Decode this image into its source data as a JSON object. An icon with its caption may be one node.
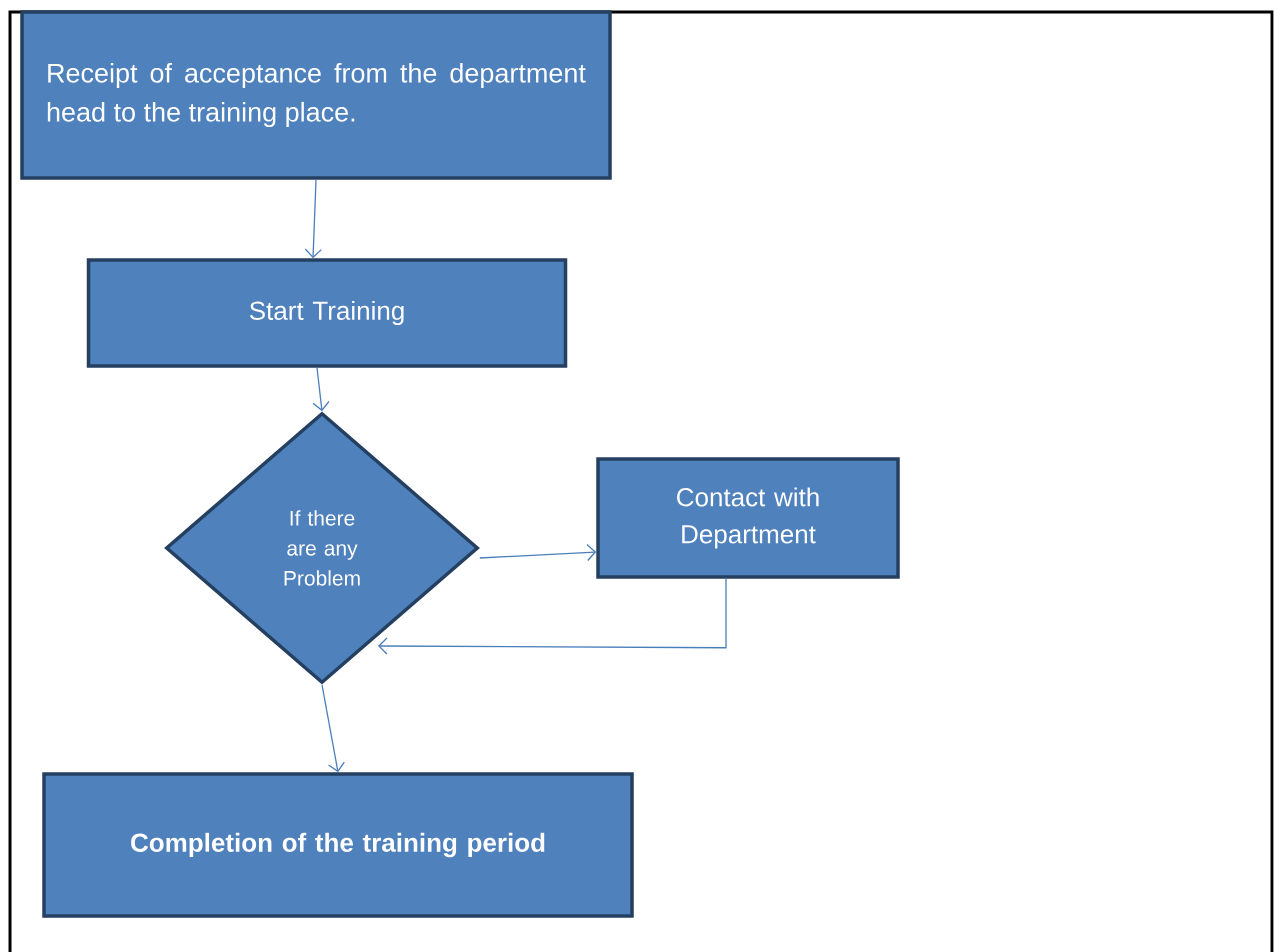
{
  "diagram": {
    "nodes": [
      {
        "text": [
          "Receipt of acceptance from the department head to the training place."
        ]
      },
      {
        "text": [
          "Start Training"
        ]
      },
      {
        "text": [
          "If there are any Problem"
        ]
      },
      {
        "text": [
          "Contact with Department"
        ]
      },
      {
        "text": [
          "**Completion of the training period**"
        ]
      }
    ],
    "edges": [
      {
        "from": 0,
        "to": 1,
        "arrow": "to"
      },
      {
        "from": 1,
        "to": 2,
        "arrow": "to"
      },
      {
        "from": 2,
        "to": 3,
        "arrow": "to"
      },
      {
        "from": 3,
        "to": 2,
        "arrow": "to"
      },
      {
        "from": 2,
        "to": 4,
        "arrow": "to"
      }
    ]
  }
}
